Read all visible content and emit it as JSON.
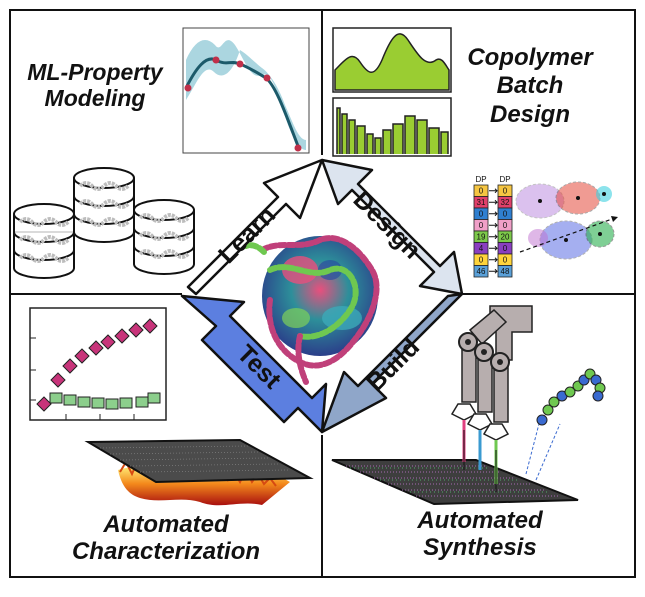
{
  "quadrants": {
    "top_left": {
      "title_lines": [
        "ML-Property",
        "Modeling"
      ]
    },
    "top_right": {
      "title_lines": [
        "Copolymer",
        "Batch",
        "Design"
      ]
    },
    "bottom_left": {
      "title_lines": [
        "Automated",
        "Characterization"
      ]
    },
    "bottom_right": {
      "title_lines": [
        "Automated",
        "Synthesis"
      ]
    }
  },
  "cycle": {
    "learn": "Learn",
    "design": "Design",
    "build": "Build",
    "test": "Test"
  },
  "dp_table": {
    "header": [
      "DP",
      "DP"
    ],
    "rows": [
      {
        "left": "0",
        "right": "0"
      },
      {
        "left": "31",
        "right": "32"
      },
      {
        "left": "0",
        "right": "0"
      },
      {
        "left": "0",
        "right": "0"
      },
      {
        "left": "19",
        "right": "20"
      },
      {
        "left": "4",
        "right": "0"
      },
      {
        "left": "0",
        "right": "0"
      },
      {
        "left": "46",
        "right": "48"
      }
    ],
    "row_colors": [
      "#f5c542",
      "#e0406a",
      "#2f7fd0",
      "#f0a0c8",
      "#7dc94a",
      "#8a3fc0",
      "#ffd43b",
      "#5aa0d8"
    ]
  },
  "colors": {
    "frame": "#111111",
    "learn_fill": "#ffffff",
    "design_fill": "#dce4ef",
    "build_fill": "#8fa6c9",
    "test_fill": "#5c7fe0",
    "uncertainty_band": "#8fc8d6",
    "gp_line": "#1c5a6a",
    "gp_points": "#c0304a",
    "design_green": "#9acd32",
    "square_marker": "#8ccf8c",
    "diamond_marker": "#c8347a",
    "robot": "#b7aeae"
  }
}
